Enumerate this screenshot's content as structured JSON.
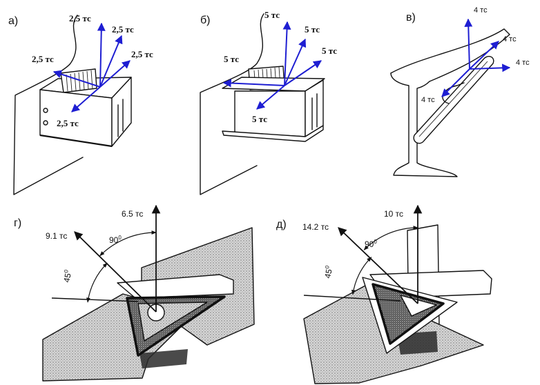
{
  "panel_a": {
    "label": "а)",
    "loads": {
      "top": "2,5 тс",
      "upper_right": "2,5 тс",
      "right": "2,5 тс",
      "left": "2,5 тс",
      "bottom": "2,5 тс"
    }
  },
  "panel_b": {
    "label": "б)",
    "loads": {
      "top": "5 тс",
      "upper_right": "5 тс",
      "right": "5 тс",
      "left": "5 тс",
      "bottom": "5 тс"
    }
  },
  "panel_v": {
    "label": "в)",
    "loads": {
      "top": "4 тс",
      "upper_right": "4 тс",
      "right": "4 тс",
      "lower_left": "4 тс"
    }
  },
  "panel_g": {
    "label": "г)",
    "vertical_load": "6.5 тс",
    "inclined_load": "9.1 тс",
    "angle_between": {
      "value": "90",
      "sup": "0"
    },
    "angle_incline": {
      "value": "45",
      "sup": "0"
    }
  },
  "panel_d": {
    "label": "д)",
    "vertical_load": "10 тс",
    "inclined_load": "14.2 тс",
    "angle_between": {
      "value": "90",
      "sup": "0"
    },
    "angle_incline": {
      "value": "45",
      "sup": "0"
    }
  },
  "colors": {
    "load_arrow_blue": "#1e1ed2",
    "load_arrow_black": "#111111"
  }
}
